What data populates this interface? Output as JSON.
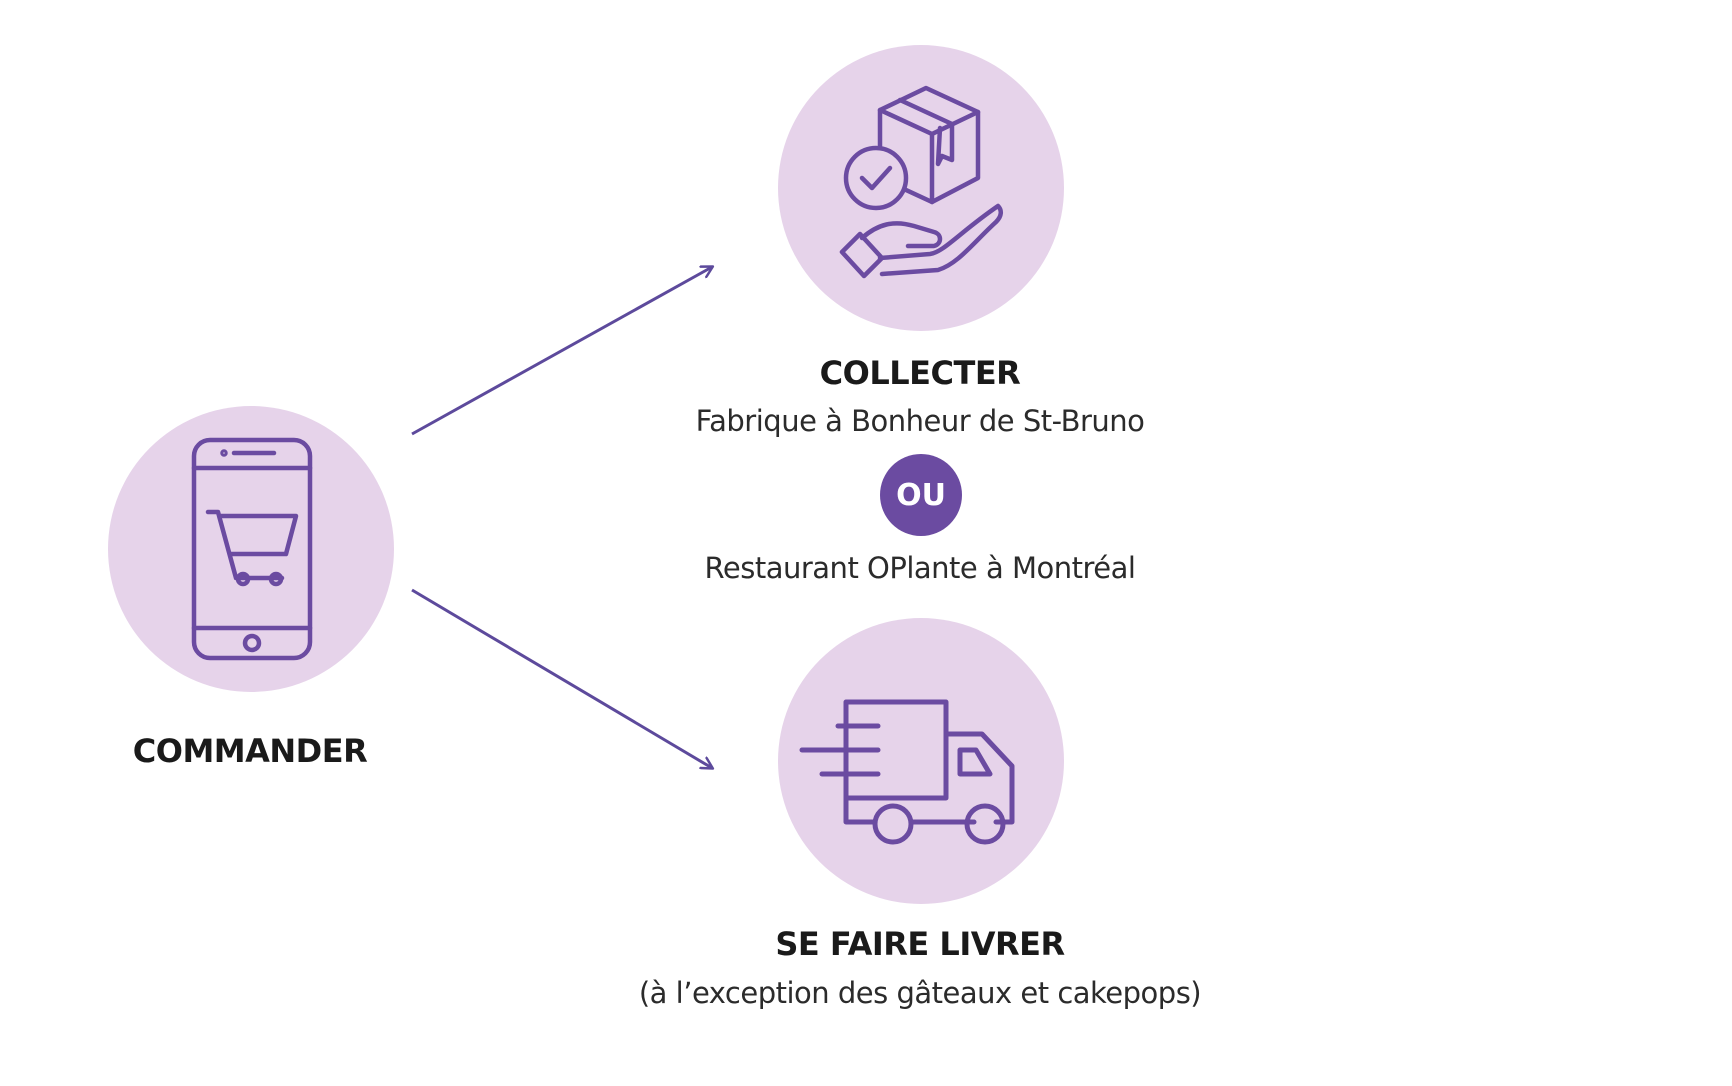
{
  "colors": {
    "circle_fill": "#e6d3ea",
    "icon_stroke": "#6b4ba1",
    "badge_fill": "#6b4ba1",
    "arrow": "#5d4a9c",
    "heading_text": "#1a1a1a",
    "body_text": "#2b2b2b"
  },
  "nodes": {
    "commander": {
      "label": "COMMANDER",
      "icon": "smartphone-cart-icon"
    },
    "collecter": {
      "label": "COLLECTER",
      "icon": "package-in-hand-icon",
      "location_1": "Fabrique à Bonheur de St-Bruno",
      "separator": "OU",
      "location_2": "Restaurant OPlante à Montréal"
    },
    "livrer": {
      "label": "SE FAIRE LIVRER",
      "icon": "delivery-truck-icon",
      "note": "(à l’exception des gâteaux et cakepops)"
    }
  }
}
